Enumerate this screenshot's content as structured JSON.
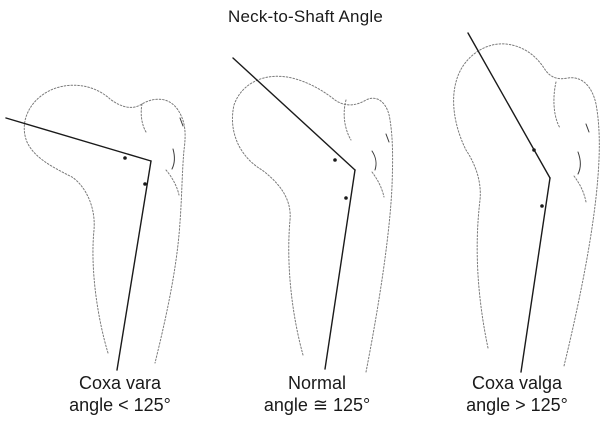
{
  "title": "Neck-to-Shaft Angle",
  "panels": [
    {
      "name": "Coxa vara",
      "angle_text": "angle < 125°"
    },
    {
      "name": "Normal",
      "angle_text": "angle ≅ 125°"
    },
    {
      "name": "Coxa valga",
      "angle_text": "angle > 125°"
    }
  ]
}
